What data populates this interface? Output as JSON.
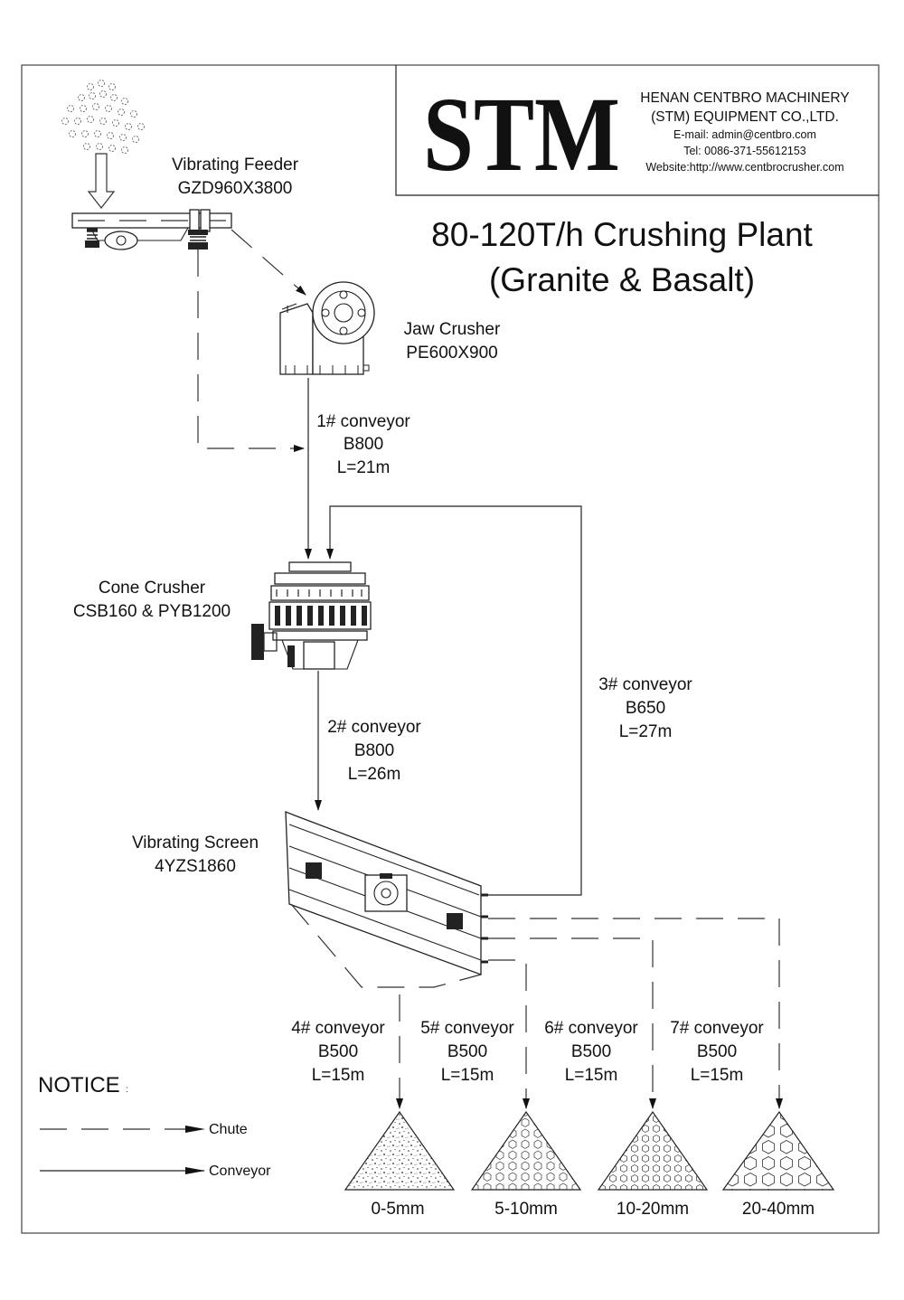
{
  "company": {
    "logo": "STM",
    "name_line1": "HENAN CENTBRO MACHINERY",
    "name_line2": "(STM) EQUIPMENT  CO.,LTD.",
    "email": "E-mail:  admin@centbro.com",
    "tel": "Tel:  0086-371-55612153",
    "website": "Website:http://www.centbrocrusher.com"
  },
  "title": {
    "line1": "80-120T/h Crushing Plant",
    "line2": "(Granite & Basalt)"
  },
  "equipment": {
    "feeder": {
      "name": "Vibrating Feeder",
      "model": "GZD960X3800"
    },
    "jaw": {
      "name": "Jaw Crusher",
      "model": "PE600X900"
    },
    "cone": {
      "name": "Cone Crusher",
      "model": "CSB160 & PYB1200"
    },
    "screen": {
      "name": "Vibrating Screen",
      "model": "4YZS1860"
    }
  },
  "conveyors": {
    "c1": {
      "name": "1# conveyor",
      "width": "B800",
      "length": "L=21m"
    },
    "c2": {
      "name": "2# conveyor",
      "width": "B800",
      "length": "L=26m"
    },
    "c3": {
      "name": "3# conveyor",
      "width": "B650",
      "length": "L=27m"
    },
    "c4": {
      "name": "4# conveyor",
      "width": "B500",
      "length": "L=15m"
    },
    "c5": {
      "name": "5# conveyor",
      "width": "B500",
      "length": "L=15m"
    },
    "c6": {
      "name": "6# conveyor",
      "width": "B500",
      "length": "L=15m"
    },
    "c7": {
      "name": "7# conveyor",
      "width": "B500",
      "length": "L=15m"
    }
  },
  "products": [
    "0-5mm",
    "5-10mm",
    "10-20mm",
    "20-40mm"
  ],
  "notice": {
    "title": "NOTICE",
    "suffix": ":",
    "chute": "Chute",
    "conveyor": "Conveyor"
  }
}
